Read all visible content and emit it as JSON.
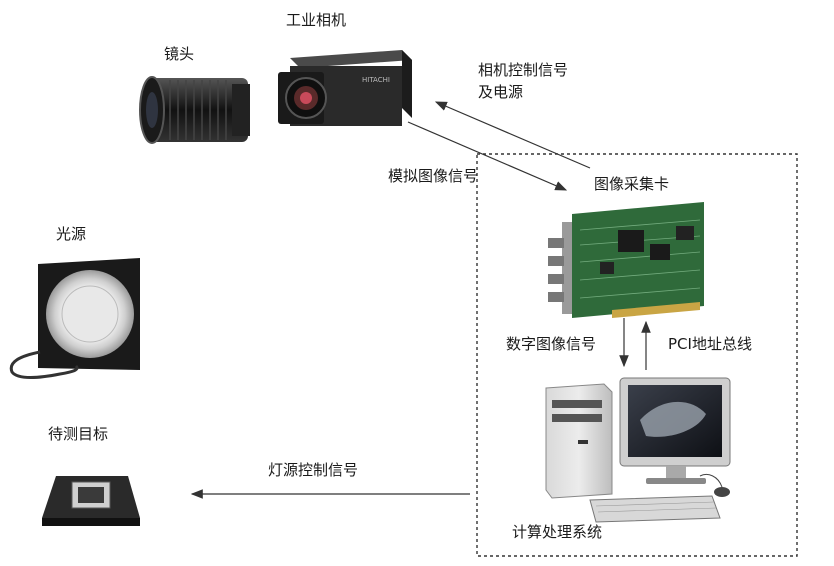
{
  "labels": {
    "industrial_camera": "工业相机",
    "lens": "镜头",
    "light_source": "光源",
    "target": "待测目标",
    "frame_grabber": "图像采集卡",
    "camera_control_line1": "相机控制信号",
    "camera_control_line2": "及电源",
    "analog_signal": "模拟图像信号",
    "digital_signal": "数字图像信号",
    "pci_bus": "PCI地址总线",
    "light_control": "灯源控制信号",
    "computer_system": "计算处理系统"
  },
  "camera_brand": "HITACHI",
  "colors": {
    "arrow": "#333333",
    "board_green": "#2f6a3a",
    "camera_body": "#2a2a2a",
    "dashed_border": "#333333"
  }
}
